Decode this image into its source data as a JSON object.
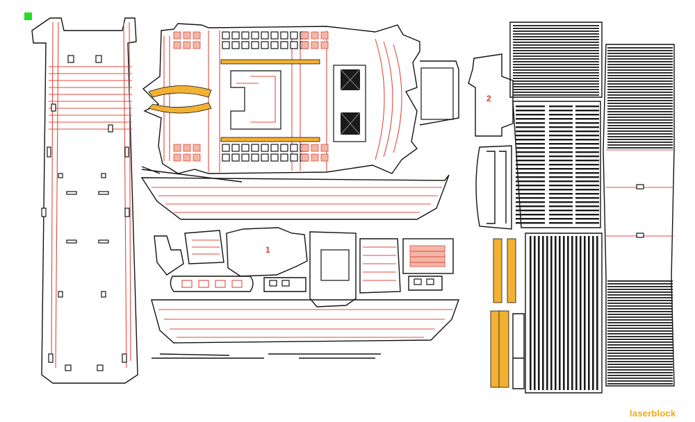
{
  "parts": {
    "label_1": "1",
    "label_2": "2"
  },
  "brand": {
    "text": "laserblock"
  },
  "colors": {
    "cut_line": "#111111",
    "engrave_line": "#e0483c",
    "yellow_fill": "#f2b133",
    "marker": "#22dd22"
  }
}
